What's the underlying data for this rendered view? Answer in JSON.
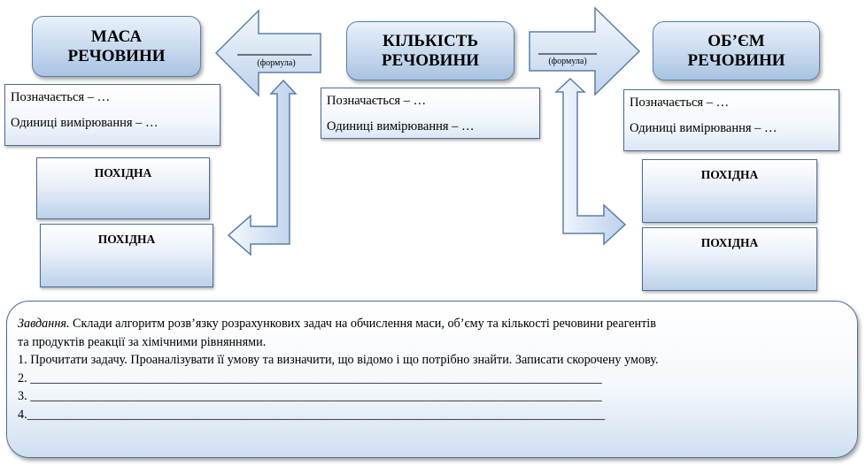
{
  "boxes": {
    "mass": {
      "title_line1": "МАСА",
      "title_line2": "РЕЧОВИНИ"
    },
    "amount": {
      "title_line1": "КІЛЬКІСТЬ",
      "title_line2": "РЕЧОВИНИ"
    },
    "volume": {
      "title_line1": "ОБ’ЄМ",
      "title_line2": "РЕЧОВИНИ"
    }
  },
  "formula_label": "(формула)",
  "info": {
    "denoted": "Позначається – …",
    "units": "Одиниці вимірювання – …"
  },
  "derived_label": "ПОХІДНА",
  "task": {
    "lead": "Завдання.",
    "line1_rest": " Склади алгоритм розв’язку розрахункових задач на обчислення маси, об’єму та кількості речовини реагентів",
    "line2": "та продуктів реакції за хімічними рівняннями.",
    "step1": "1. Прочитати задачу. Проаналізувати її умову та визначити, що відомо і що потрібно знайти. Записати скорочену умову.",
    "step2": "2. ___________________________________________________________________________________________",
    "step3": "3. ___________________________________________________________________________________________",
    "step4": "4.____________________________________________________________________________________________"
  },
  "colors": {
    "arrow_fill": "#dbe7f5",
    "arrow_stroke": "#5b7fa6",
    "box_border": "#4d6d93"
  }
}
